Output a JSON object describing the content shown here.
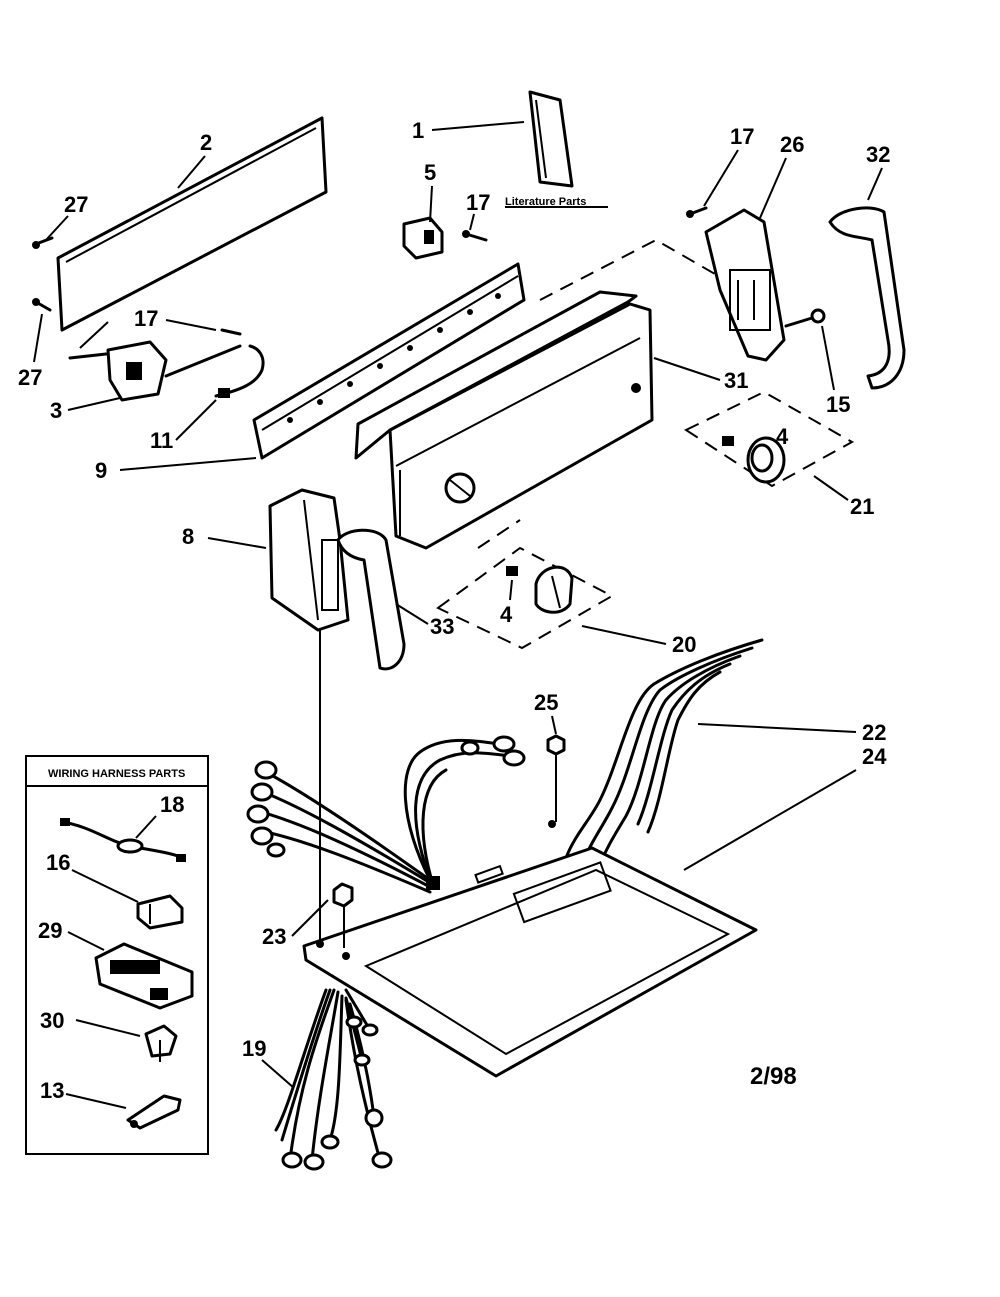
{
  "callouts": {
    "c1": "1",
    "c2": "2",
    "c3": "3",
    "c4a": "4",
    "c4b": "4",
    "c5": "5",
    "c8": "8",
    "c9": "9",
    "c11": "11",
    "c13": "13",
    "c15": "15",
    "c16": "16",
    "c17a": "17",
    "c17b": "17",
    "c17c": "17",
    "c18": "18",
    "c19": "19",
    "c20": "20",
    "c21": "21",
    "c22": "22",
    "c23": "23",
    "c24": "24",
    "c25": "25",
    "c26": "26",
    "c27a": "27",
    "c27b": "27",
    "c29": "29",
    "c30": "30",
    "c31": "31",
    "c32": "32",
    "c33": "33"
  },
  "literature_label": "Literature Parts",
  "harness_box_title": "WIRING HARNESS PARTS",
  "date_code": "2/98"
}
